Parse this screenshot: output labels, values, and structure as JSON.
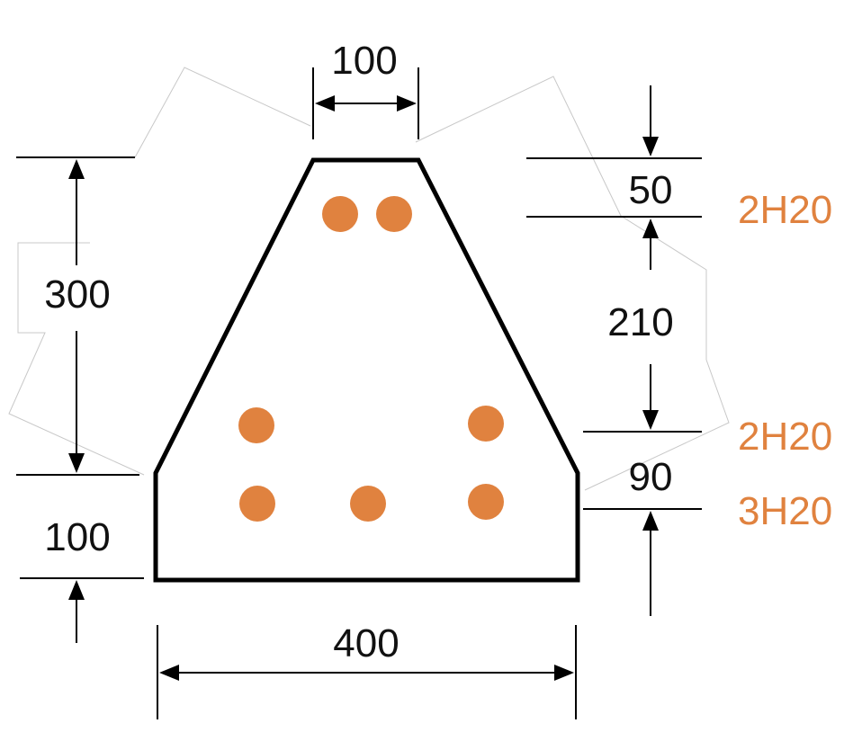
{
  "dimensions": {
    "top_width": "100",
    "bottom_width": "400",
    "taper_height": "300",
    "base_height": "100",
    "cover_top": "50",
    "spacing_middle": "210",
    "spacing_bottom": "90"
  },
  "reinforcement": {
    "top_layer": "2H20",
    "middle_layer": "2H20",
    "bottom_layer": "3H20"
  },
  "colors": {
    "bar": "#e0823f",
    "line": "#000000"
  }
}
